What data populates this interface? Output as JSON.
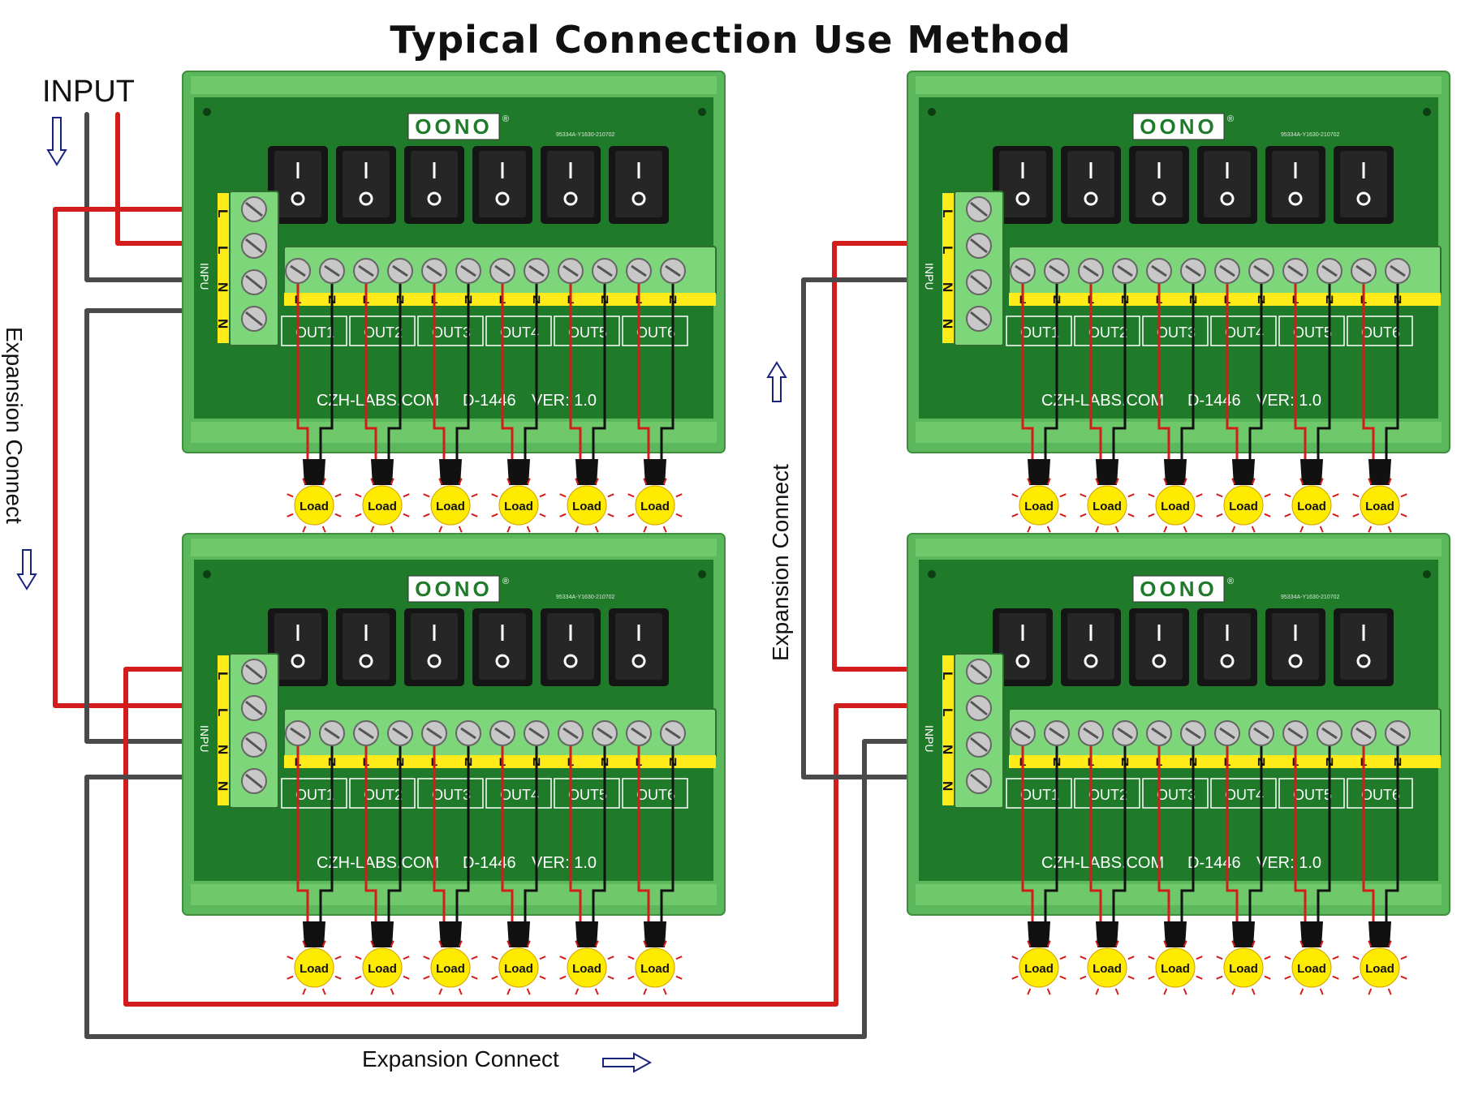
{
  "title": "Typical Connection Use Method",
  "input_label": "INPUT",
  "expansion_label": "Expansion Connect",
  "board": {
    "brand": "OONO",
    "registered": "®",
    "pcb_code": "95334A-Y1630-210702",
    "website": "CZH-LABS.COM",
    "model": "D-1446",
    "version": "VER: 1.0",
    "input_side_label": "INPU",
    "input_terminals": [
      "L",
      "L",
      "N",
      "N"
    ],
    "switch_on_glyph": "I",
    "switch_off_glyph": "O",
    "outputs": [
      "OUT1",
      "OUT2",
      "OUT3",
      "OUT4",
      "OUT5",
      "OUT6"
    ],
    "terminal_pair": [
      "L",
      "N"
    ]
  },
  "boards": [
    {
      "id": "top-left"
    },
    {
      "id": "bottom-left"
    },
    {
      "id": "top-right"
    },
    {
      "id": "bottom-right"
    }
  ],
  "load_label": "Load",
  "colors": {
    "pcb": "#1f7a2a",
    "frame": "#5cb85c",
    "terminal": "#7ed67a",
    "label_strip": "#ffeb1a",
    "wire_live": "#d31c1c",
    "wire_neutral": "#4a4a4a",
    "arrow": "#1a237e",
    "load_bulb": "#ffeb00",
    "led": "#d40000"
  }
}
